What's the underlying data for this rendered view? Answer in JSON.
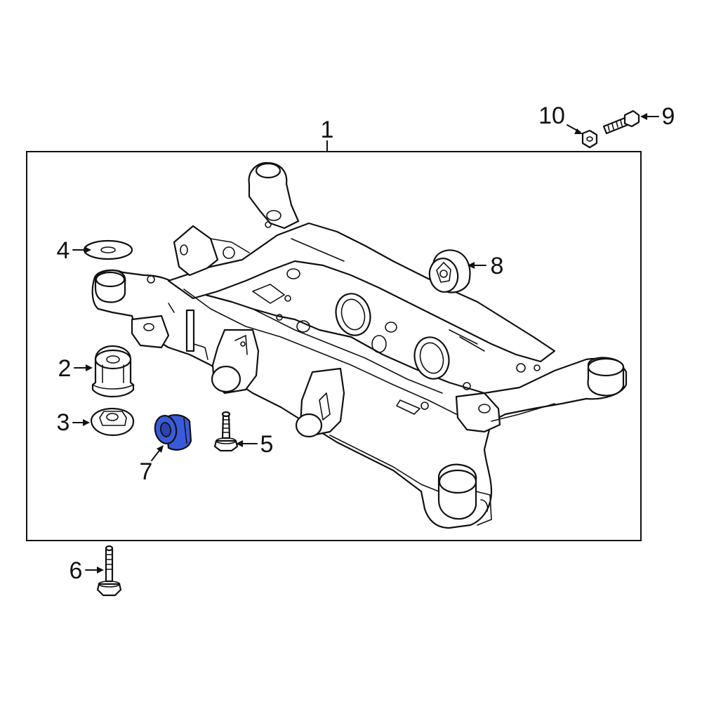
{
  "callouts": {
    "c1": "1",
    "c2": "2",
    "c3": "3",
    "c4": "4",
    "c5": "5",
    "c6": "6",
    "c7": "7",
    "c8": "8",
    "c9": "9",
    "c10": "10"
  },
  "colors": {
    "highlight": "#3a5bd9",
    "line": "#111111",
    "background": "#ffffff"
  },
  "highlighted_part": "7"
}
